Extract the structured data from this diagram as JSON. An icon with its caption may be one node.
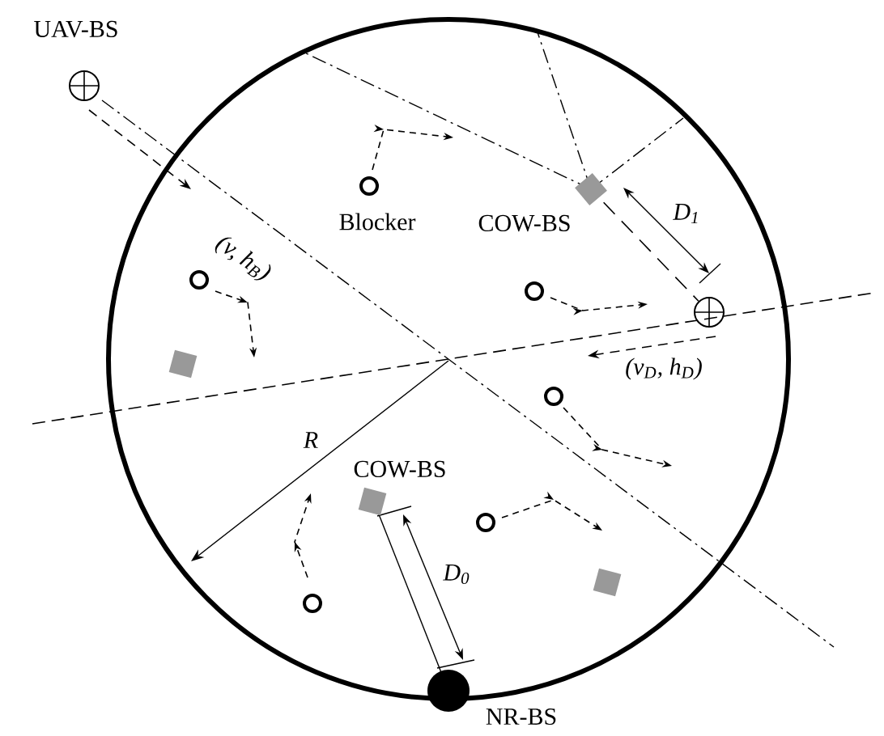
{
  "diagram": {
    "nodes": [
      {
        "text": [
          "UAV-BS"
        ]
      },
      {
        "text": [
          "Blocker"
        ]
      },
      {
        "text": [
          "COW-BS"
        ]
      },
      {
        "text": [],
        "shape": "circle",
        "beside": [
          "(v, h$_{B}$)"
        ]
      },
      {
        "text": [],
        "shape": "circle"
      },
      {
        "text": [],
        "shape": "circle",
        "beside": [
          "(v$_{D}$, h$_{D}$)"
        ]
      },
      {
        "text": [],
        "shape": "box"
      },
      {
        "text": [],
        "shape": "circle"
      },
      {
        "text": [
          "COW-BS"
        ]
      },
      {
        "text": [],
        "shape": "circle"
      },
      {
        "text": [],
        "shape": "box"
      },
      {
        "text": [],
        "shape": "circle"
      },
      {
        "text": [
          "NR-BS"
        ]
      }
    ],
    "edges": [
      {
        "from": 2,
        "to": 5,
        "arrow": "none",
        "style": "dashed"
      }
    ],
    "labels": [
      "D$_{1}$",
      "R",
      "D$_{0}$"
    ]
  }
}
